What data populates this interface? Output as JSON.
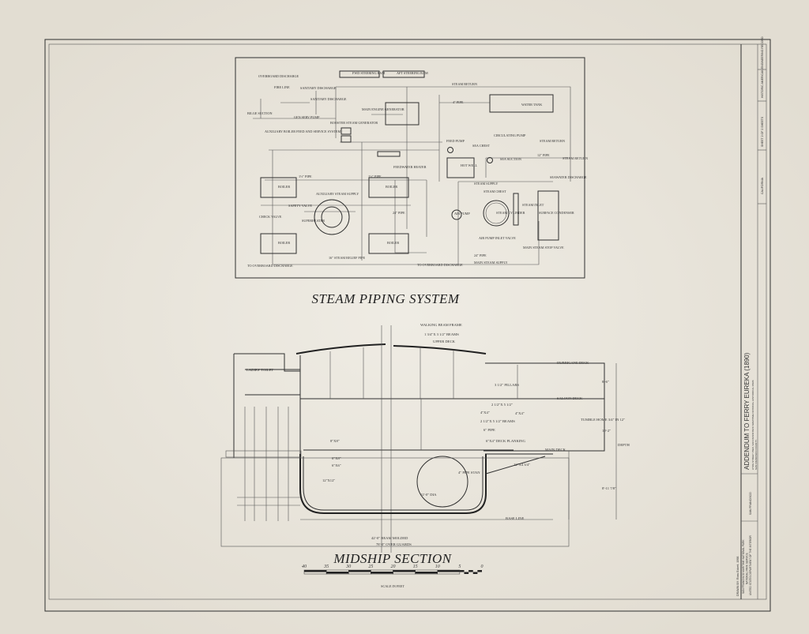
{
  "colors": {
    "paper": "#ebe7de",
    "ink": "#2f2f2f"
  },
  "title_block": {
    "project_title": "ADDENDUM TO FERRY EUREKA (1890)",
    "location_line": "HYDE STREET PIER, SAN FRANCISCO MARITIME NATIONAL HISTORICAL PARK",
    "county_line": "SAN FRANCISCO COUNTY",
    "state": "CALIFORNIA",
    "city": "SAN FRANCISCO",
    "sheet": "SHEET 2 OF 2 SHEETS",
    "record": "HISTORIC AMERICAN ENGINEERING RECORD",
    "drawn_by": "DRAWN BY: Ross Eckert, 1998",
    "agency_1": "SAN FRANCISCO MARITIME NATIONAL PARK",
    "agency_2": "NATIONAL PARK SERVICE",
    "agency_3": "UNITED STATES DEPARTMENT OF THE INTERIOR"
  },
  "steam_piping": {
    "title": "STEAM PIPING SYSTEM",
    "labels": [
      "OVERBOARD DISCHARGE",
      "FIRE LINE",
      "SANITARY DISCHARGE",
      "SANITARY DISCHARGE",
      "BILGE SUCTION",
      "GEN SERV PUMP",
      "AUXILIARY BOILER FEED AND SERVICE SYSTEM",
      "FWD STEERING RAM",
      "AFT STEERING RAM",
      "MAIN ENGINE GENERATOR",
      "STEAM RETURN",
      "WATER TANK",
      "4\" PIPE",
      "FEED PUMP",
      "CIRCULATING PUMP",
      "SEA CHEST",
      "SEA SUCTION",
      "STEAM RETURN",
      "STEAM RETURN",
      "HOT WELL",
      "12\" PIPE",
      "BOILER",
      "BOILER",
      "BOILER",
      "BOILER",
      "AUXILIARY STEAM SUPPLY",
      "SAFETY VALVE",
      "CHECK VALVE",
      "SUPERHEATER",
      "24\" PIPE",
      "TO OVERBOARD DISCHARGE",
      "16\" STEAM RELIEF PIPE",
      "STEAM SUPPLY",
      "STEAM CHEST",
      "STEAM CYLINDER",
      "STEAM INLET",
      "SURFACE CONDENSER",
      "SEAWATER DISCHARGE",
      "AIR PUMP",
      "AIR PUMP INLET VALVE",
      "MAIN STEAM STOP VALVE",
      "24\" PIPE",
      "MAIN STEAM SUPPLY",
      "TO OVERBOARD DISCHARGE",
      "FEEDWATER HEATER",
      "BOOSTER STEAM GENERATOR",
      "1½\" PIPE",
      "1½\" PIPE"
    ]
  },
  "midship": {
    "title": "MIDSHIP SECTION",
    "labels": [
      "WALKING BEAM FRAME",
      "1 3/4\"X 3 1/2\" BEAMS",
      "UPPER DECK",
      "LADIES' TOILET",
      "HURRICANE DECK",
      "SALOON DECK",
      "MAIN DECK",
      "BASE LINE",
      "42'-0\" BEAM MOLDED",
      "78'-0\" OVER GUARDS",
      "TUMBLE HOME 3/4\" IN 12\"",
      "8'-6\"",
      "10'-2\"",
      "8'-11 7/8\"",
      "12'-0\" DIA",
      "4\" PIPE STAN",
      "3 1/2\" PILLARS",
      "2 1/2\"X 5 1/2\"",
      "4\"X4\"",
      "4\"X4\"",
      "6\"X8\"",
      "6\"X6\"",
      "12\"X12\"",
      "8\"X8\"",
      "DEPTH",
      "6\" PIPE",
      "6\"X4\" DECK PLANKING",
      "2 1/2\"X 5 1/2\" BEAMS",
      "12\"X4 3/4\""
    ]
  },
  "scale": {
    "caption": "SCALE IN FEET",
    "ticks": [
      "40",
      "35",
      "30",
      "25",
      "20",
      "15",
      "10",
      "5",
      "0"
    ]
  }
}
